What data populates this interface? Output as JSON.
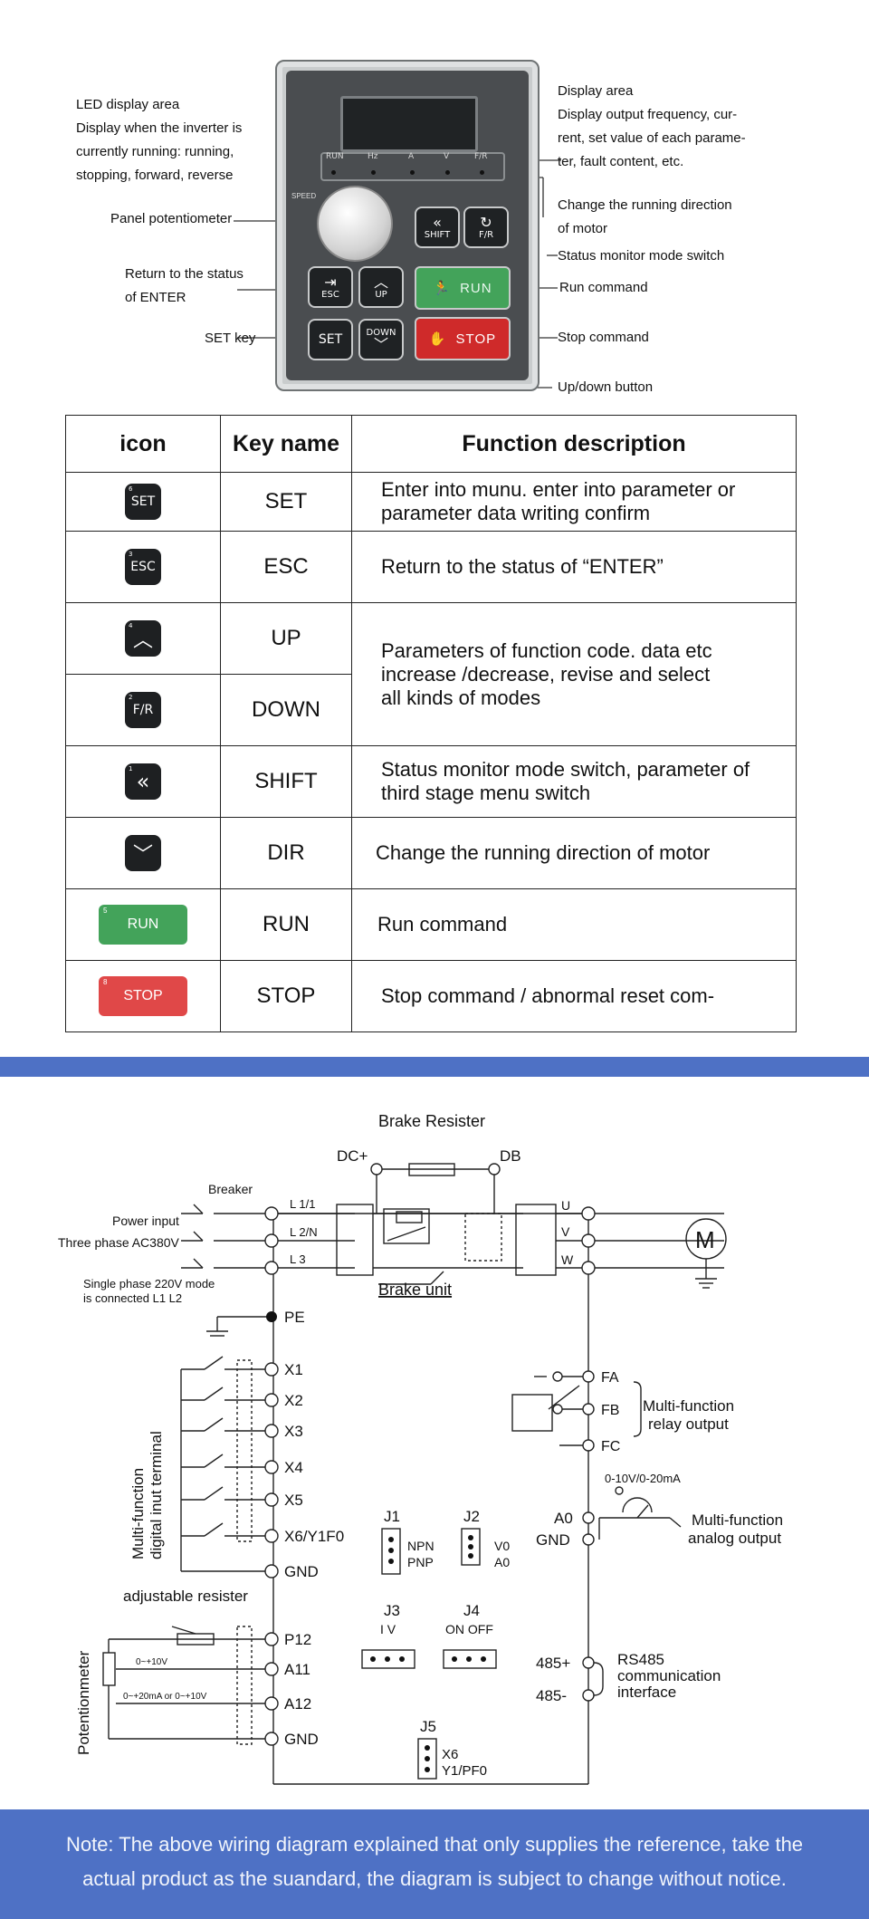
{
  "panel_labels": {
    "led_area_1": "LED display area",
    "led_area_2": "Display when the inverter is",
    "led_area_3": "currently running: running,",
    "led_area_4": "stopping, forward, reverse",
    "potentiometer": "Panel potentiometer",
    "return_1": "Return to the status",
    "return_2": "of ENTER",
    "set_key": "SET key",
    "display_1": "Display area",
    "display_2": "Display output frequency, cur-",
    "display_3": "rent, set value of each parame-",
    "display_4": "ter, fault content, etc.",
    "direction_1": "Change the running direction",
    "direction_2": "of motor",
    "monitor": "Status monitor mode switch",
    "run": "Run command",
    "stop": "Stop command",
    "updown": "Up/down button"
  },
  "panel": {
    "indicators": [
      "RUN",
      "Hz",
      "A",
      "V",
      "F/R"
    ],
    "speed": "SPEED",
    "keys": {
      "shift": "SHIFT",
      "fr": "F/R",
      "esc": "ESC",
      "up": "UP",
      "run": "RUN",
      "set": "SET",
      "down": "DOWN",
      "stop": "STOP"
    }
  },
  "table": {
    "headers": [
      "icon",
      "Key name",
      "Function description"
    ],
    "rows": [
      {
        "icon": "SET",
        "name": "SET",
        "desc1": "Enter into munu. enter into parameter or",
        "desc2": "parameter data writing confirm"
      },
      {
        "icon": "ESC",
        "name": "ESC",
        "desc1": "Return to the status of “ENTER”",
        "desc2": ""
      },
      {
        "icon": "up-chevron",
        "name": "UP",
        "desc1": "Parameters of function code. data etc",
        "desc2": "increase /decrease, revise and select",
        "desc3": "all kinds of modes"
      },
      {
        "icon": "F/R",
        "name": "DOWN"
      },
      {
        "icon": "double-left-chevron",
        "name": "SHIFT",
        "desc1": "Status monitor mode switch, parameter of",
        "desc2": "third stage menu switch"
      },
      {
        "icon": "down-chevron",
        "name": "DIR",
        "desc1": "Change the running direction of motor"
      },
      {
        "icon": "RUN",
        "name": "RUN",
        "desc1": "Run command"
      },
      {
        "icon": "STOP",
        "name": "STOP",
        "desc1": "Stop command / abnormal reset com-"
      }
    ],
    "icon_numbers": [
      "6",
      "3",
      "4",
      "2",
      "1",
      "",
      "5",
      "8"
    ]
  },
  "diagram": {
    "brake_resister": "Brake Resister",
    "dc_plus": "DC+",
    "db": "DB",
    "breaker": "Breaker",
    "power_input": "Power input",
    "three_phase": "Three phase AC380V",
    "l1": "L 1/1",
    "l2": "L 2/N",
    "l3": "L 3",
    "single_phase_1": "Single phase 220V mode",
    "single_phase_2": "is connected L1 L2",
    "brake_unit": "Brake unit",
    "u": "U",
    "v": "V",
    "w": "W",
    "motor": "M",
    "pe": "PE",
    "digital_1": "Multi-function",
    "digital_2": "digital inut terminal",
    "inputs": [
      "X1",
      "X2",
      "X3",
      "X4",
      "X5",
      "X6/Y1F0",
      "GND"
    ],
    "adjustable": "adjustable resister",
    "potentiometer": "Potentionmeter",
    "analog_inputs": [
      "P12",
      "A11",
      "A12",
      "GND"
    ],
    "v_range": "0~+10V",
    "ma_range": "0~+20mA or 0~+10V",
    "j1": "J1",
    "j1_opt1": "NPN",
    "j1_opt2": "PNP",
    "j2": "J2",
    "j2_opt1": "V0",
    "j2_opt2": "A0",
    "j3": "J3",
    "j3_opt": "I  V",
    "j4": "J4",
    "j4_opt": "ON  OFF",
    "j5": "J5",
    "j5_opt1": "X6",
    "j5_opt2": "Y1/PF0",
    "fa": "FA",
    "fb": "FB",
    "fc": "FC",
    "relay_1": "Multi-function",
    "relay_2": "relay output",
    "analog_range": "0-10V/0-20mA",
    "a0": "A0",
    "gnd_right": "GND",
    "analog_out_1": "Multi-function",
    "analog_out_2": "analog output",
    "p485": "485+",
    "n485": "485-",
    "rs485_1": "RS485",
    "rs485_2": "communication",
    "rs485_3": "interface"
  },
  "note": {
    "line1": "Note: The above wiring diagram explained that only supplies the reference, take the",
    "line2": "actual product as the suandard, the diagram is subject to change without notice."
  },
  "colors": {
    "band": "#4e71c5",
    "run_green": "#43a35a",
    "stop_red": "#cf2a2a"
  }
}
